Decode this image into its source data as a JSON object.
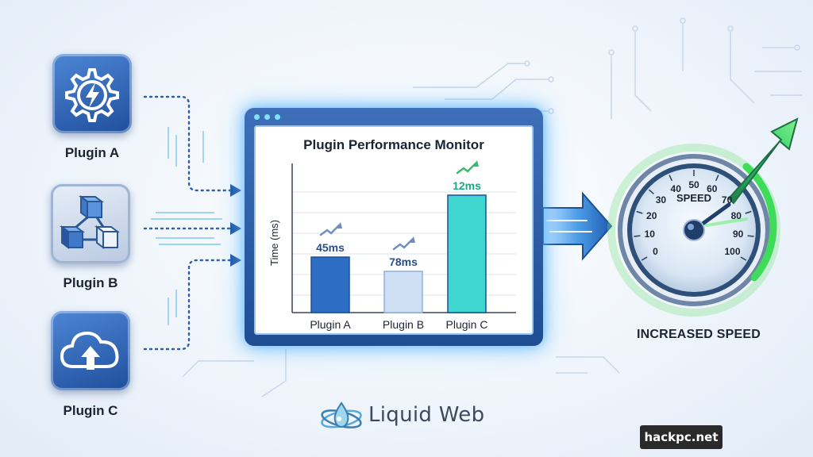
{
  "plugins": [
    {
      "label": "Plugin A",
      "icon": "gear-lightning-icon",
      "color": "#2f62b0"
    },
    {
      "label": "Plugin B",
      "icon": "cubes-network-icon",
      "color": "#c9d7ea"
    },
    {
      "label": "Plugin C",
      "icon": "cloud-upload-icon",
      "color": "#2f62b0"
    }
  ],
  "monitor": {
    "title": "Plugin Performance Monitor",
    "window_icon": "browser-window-icon"
  },
  "chart_data": {
    "type": "bar",
    "title": "Plugin Performance Monitor",
    "ylabel": "Time (ms)",
    "xlabel": "",
    "categories": [
      "Plugin A",
      "Plugin B",
      "Plugin C"
    ],
    "series": [
      {
        "values": [
          45,
          78,
          12
        ],
        "data_labels": [
          "45ms",
          "78ms",
          "12ms"
        ]
      }
    ],
    "bar_colors": [
      "#2e6dc4",
      "#cfe0f4",
      "#3fd6cf"
    ],
    "label_colors": [
      "#2a4f86",
      "#2a4f86",
      "#1aa886"
    ],
    "grid": true,
    "legend": "none"
  },
  "gauge": {
    "title": "SPEED",
    "ticks": [
      "0",
      "10",
      "20",
      "30",
      "40",
      "50",
      "60",
      "70",
      "80",
      "90",
      "100"
    ],
    "accent": "#3fdc5a"
  },
  "caption": "INCREASED SPEED",
  "brand": {
    "name": "Liquid Web",
    "icon": "liquid-web-logo-icon"
  },
  "watermark": "hackpc.net"
}
